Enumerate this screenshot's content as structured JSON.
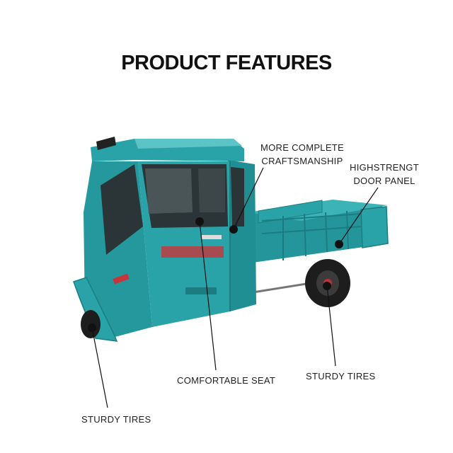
{
  "title": "PRODUCT FEATURES",
  "callouts": {
    "craftsmanship": {
      "line1": "MORE COMPLETE",
      "line2": "CRAFTSMANSHIP"
    },
    "door_panel": {
      "line1": "HIGHSTRENGT",
      "line2": "DOOR PANEL"
    },
    "seat": {
      "label": "COMFORTABLE SEAT"
    },
    "tires_right": {
      "label": "STURDY TIRES"
    },
    "tires_left": {
      "label": "STURDY TIRES"
    }
  },
  "colors": {
    "body": "#2aa3a8",
    "body_dark": "#1b7d82",
    "body_light": "#5cc3c6",
    "tire": "#1d1d1d",
    "glass": "#2b3436",
    "marker": "#111111"
  }
}
